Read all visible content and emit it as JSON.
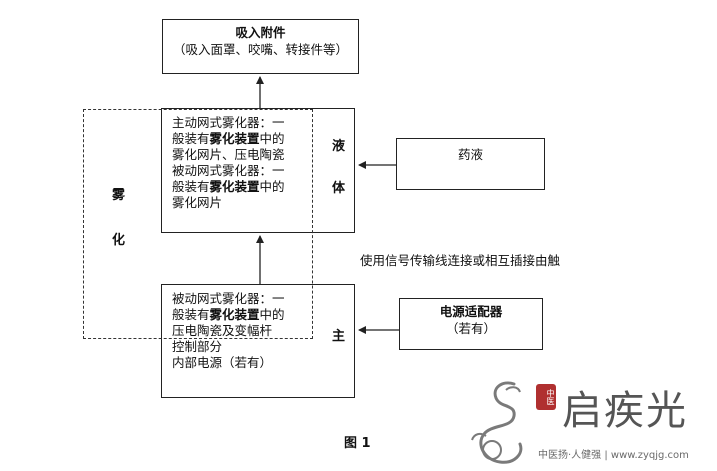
{
  "boxes": {
    "intake": {
      "title": "吸入附件",
      "subtitle": "（吸入面罩、咬嘴、转接件等）"
    },
    "liquid_box": {
      "lines": [
        {
          "pre": "主动网式雾化器：一",
          "bold": "",
          "post": ""
        },
        {
          "pre": "般装有",
          "bold": "雾化装置",
          "post": "中的"
        },
        {
          "pre": "雾化网片、压电陶瓷",
          "bold": "",
          "post": ""
        },
        {
          "pre": "被动网式雾化器：一",
          "bold": "",
          "post": ""
        },
        {
          "pre": "般装有",
          "bold": "雾化装置",
          "post": "中的"
        },
        {
          "pre": "雾化网片",
          "bold": "",
          "post": ""
        }
      ],
      "side_label_1": "液",
      "side_label_2": "体"
    },
    "medicine": {
      "label": "药液"
    },
    "main_box": {
      "lines": [
        {
          "pre": "被动网式雾化器：一",
          "bold": "",
          "post": ""
        },
        {
          "pre": "般装有",
          "bold": "雾化装置",
          "post": "中的"
        },
        {
          "pre": "压电陶瓷及变幅杆",
          "bold": "",
          "post": ""
        },
        {
          "pre": "控制部分",
          "bold": "",
          "post": ""
        },
        {
          "pre": "内部电源（若有）",
          "bold": "",
          "post": ""
        }
      ],
      "side_label": "主"
    },
    "adapter": {
      "title": "电源适配器",
      "subtitle": "（若有）"
    }
  },
  "atomize_label": {
    "char1": "雾",
    "char2": "化"
  },
  "connection_note": "使用信号传输线连接或相互插接由触",
  "figure_caption": "图 1",
  "watermark": {
    "brand": "启疾光",
    "seal": "中医",
    "tagline": "中医扬·人健强 | www.zyqjg.com"
  }
}
